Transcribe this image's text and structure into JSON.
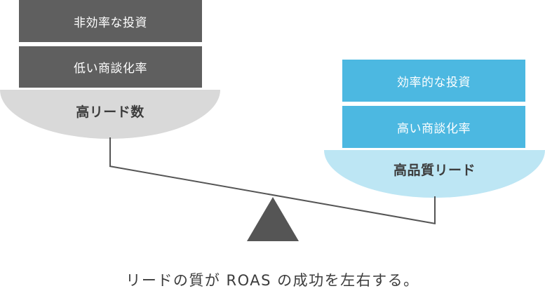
{
  "left_side": {
    "boxes": [
      "非効率な投資",
      "低い商談化率"
    ],
    "pan_label": "高リード数",
    "box_color": "#5f5f5f",
    "pan_color": "#d9d9d9"
  },
  "right_side": {
    "boxes": [
      "効率的な投資",
      "高い商談化率"
    ],
    "pan_label": "高品質リード",
    "box_color": "#4cb8e1",
    "pan_color": "#bde6f4"
  },
  "caption": "リードの質が ROAS の成功を左右する。",
  "colors": {
    "beam": "#555555",
    "fulcrum": "#555555",
    "text": "#3c3c3c"
  }
}
